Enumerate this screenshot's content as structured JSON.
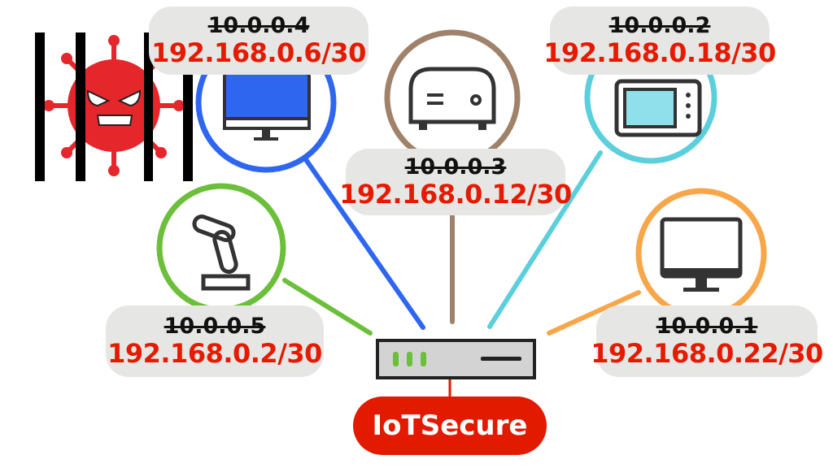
{
  "devices": [
    {
      "id": "desktop-blue",
      "old_ip": "10.0.0.4",
      "new_ip": "192.168.0.6/30",
      "color": "#2f66f0"
    },
    {
      "id": "media-box",
      "old_ip": "10.0.0.3",
      "new_ip": "192.168.0.12/30",
      "color": "#a0826a"
    },
    {
      "id": "microwave",
      "old_ip": "10.0.0.2",
      "new_ip": "192.168.0.18/30",
      "color": "#5ccfdc"
    },
    {
      "id": "robot-arm",
      "old_ip": "10.0.0.5",
      "new_ip": "192.168.0.2/30",
      "color": "#6cbf3a"
    },
    {
      "id": "monitor",
      "old_ip": "10.0.0.1",
      "new_ip": "192.168.0.22/30",
      "color": "#f7a64a"
    }
  ],
  "hub": {
    "label": "IoTSecure",
    "color": "#e21a00"
  }
}
